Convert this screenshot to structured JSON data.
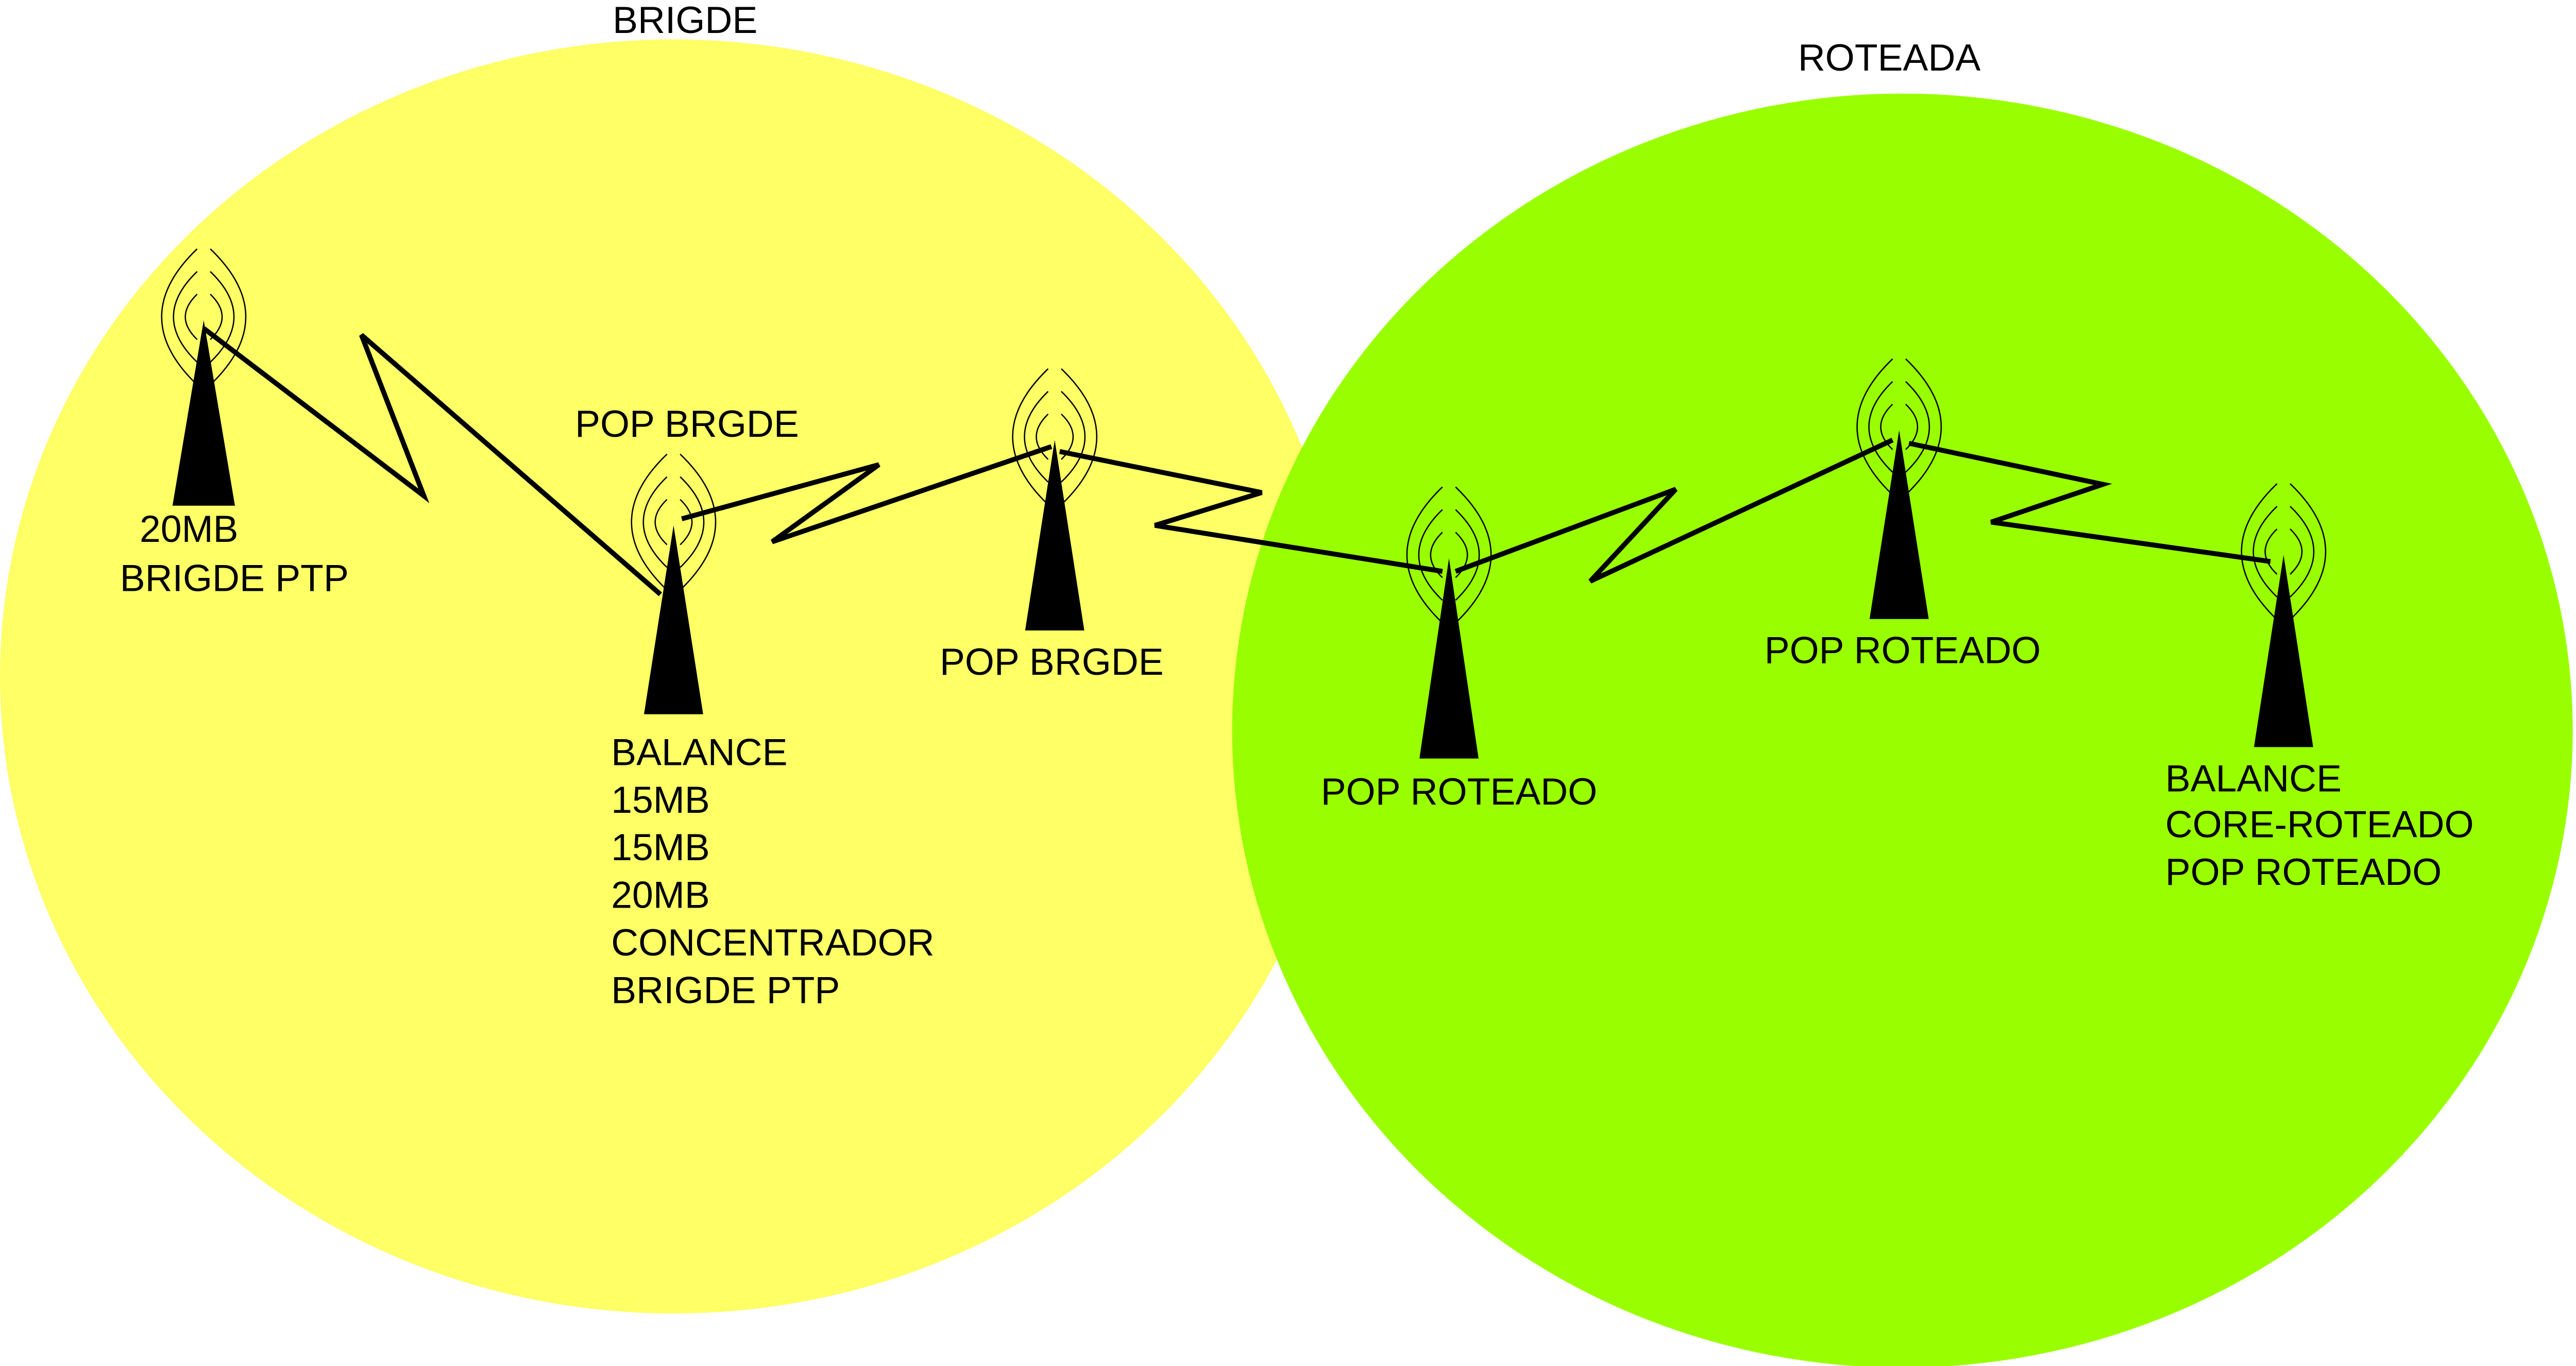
{
  "colors": {
    "bridge_zone": "#FFFF66",
    "routed_zone": "#99FF00",
    "ink": "#000000"
  },
  "zones": {
    "bridge": {
      "title": "BRIGDE"
    },
    "routed": {
      "title": "ROTEADA"
    }
  },
  "nodes": {
    "ptp": {
      "lines": [
        "20MB",
        "BRIGDE PTP"
      ]
    },
    "pop_bridge_1": {
      "label": "POP BRGDE"
    },
    "concentrator": {
      "lines": [
        "BALANCE",
        "15MB",
        "15MB",
        "20MB",
        "CONCENTRADOR",
        "BRIGDE PTP"
      ]
    },
    "pop_bridge_2": {
      "label": "POP BRGDE"
    },
    "pop_routed_1": {
      "label": "POP ROTEADO"
    },
    "pop_routed_2": {
      "label": "POP ROTEADO"
    },
    "core_routed": {
      "lines": [
        "BALANCE",
        "CORE-ROTEADO",
        "POP ROTEADO"
      ]
    }
  },
  "icons": {
    "tower": "radio-tower-icon",
    "link": "wireless-link-zigzag"
  }
}
